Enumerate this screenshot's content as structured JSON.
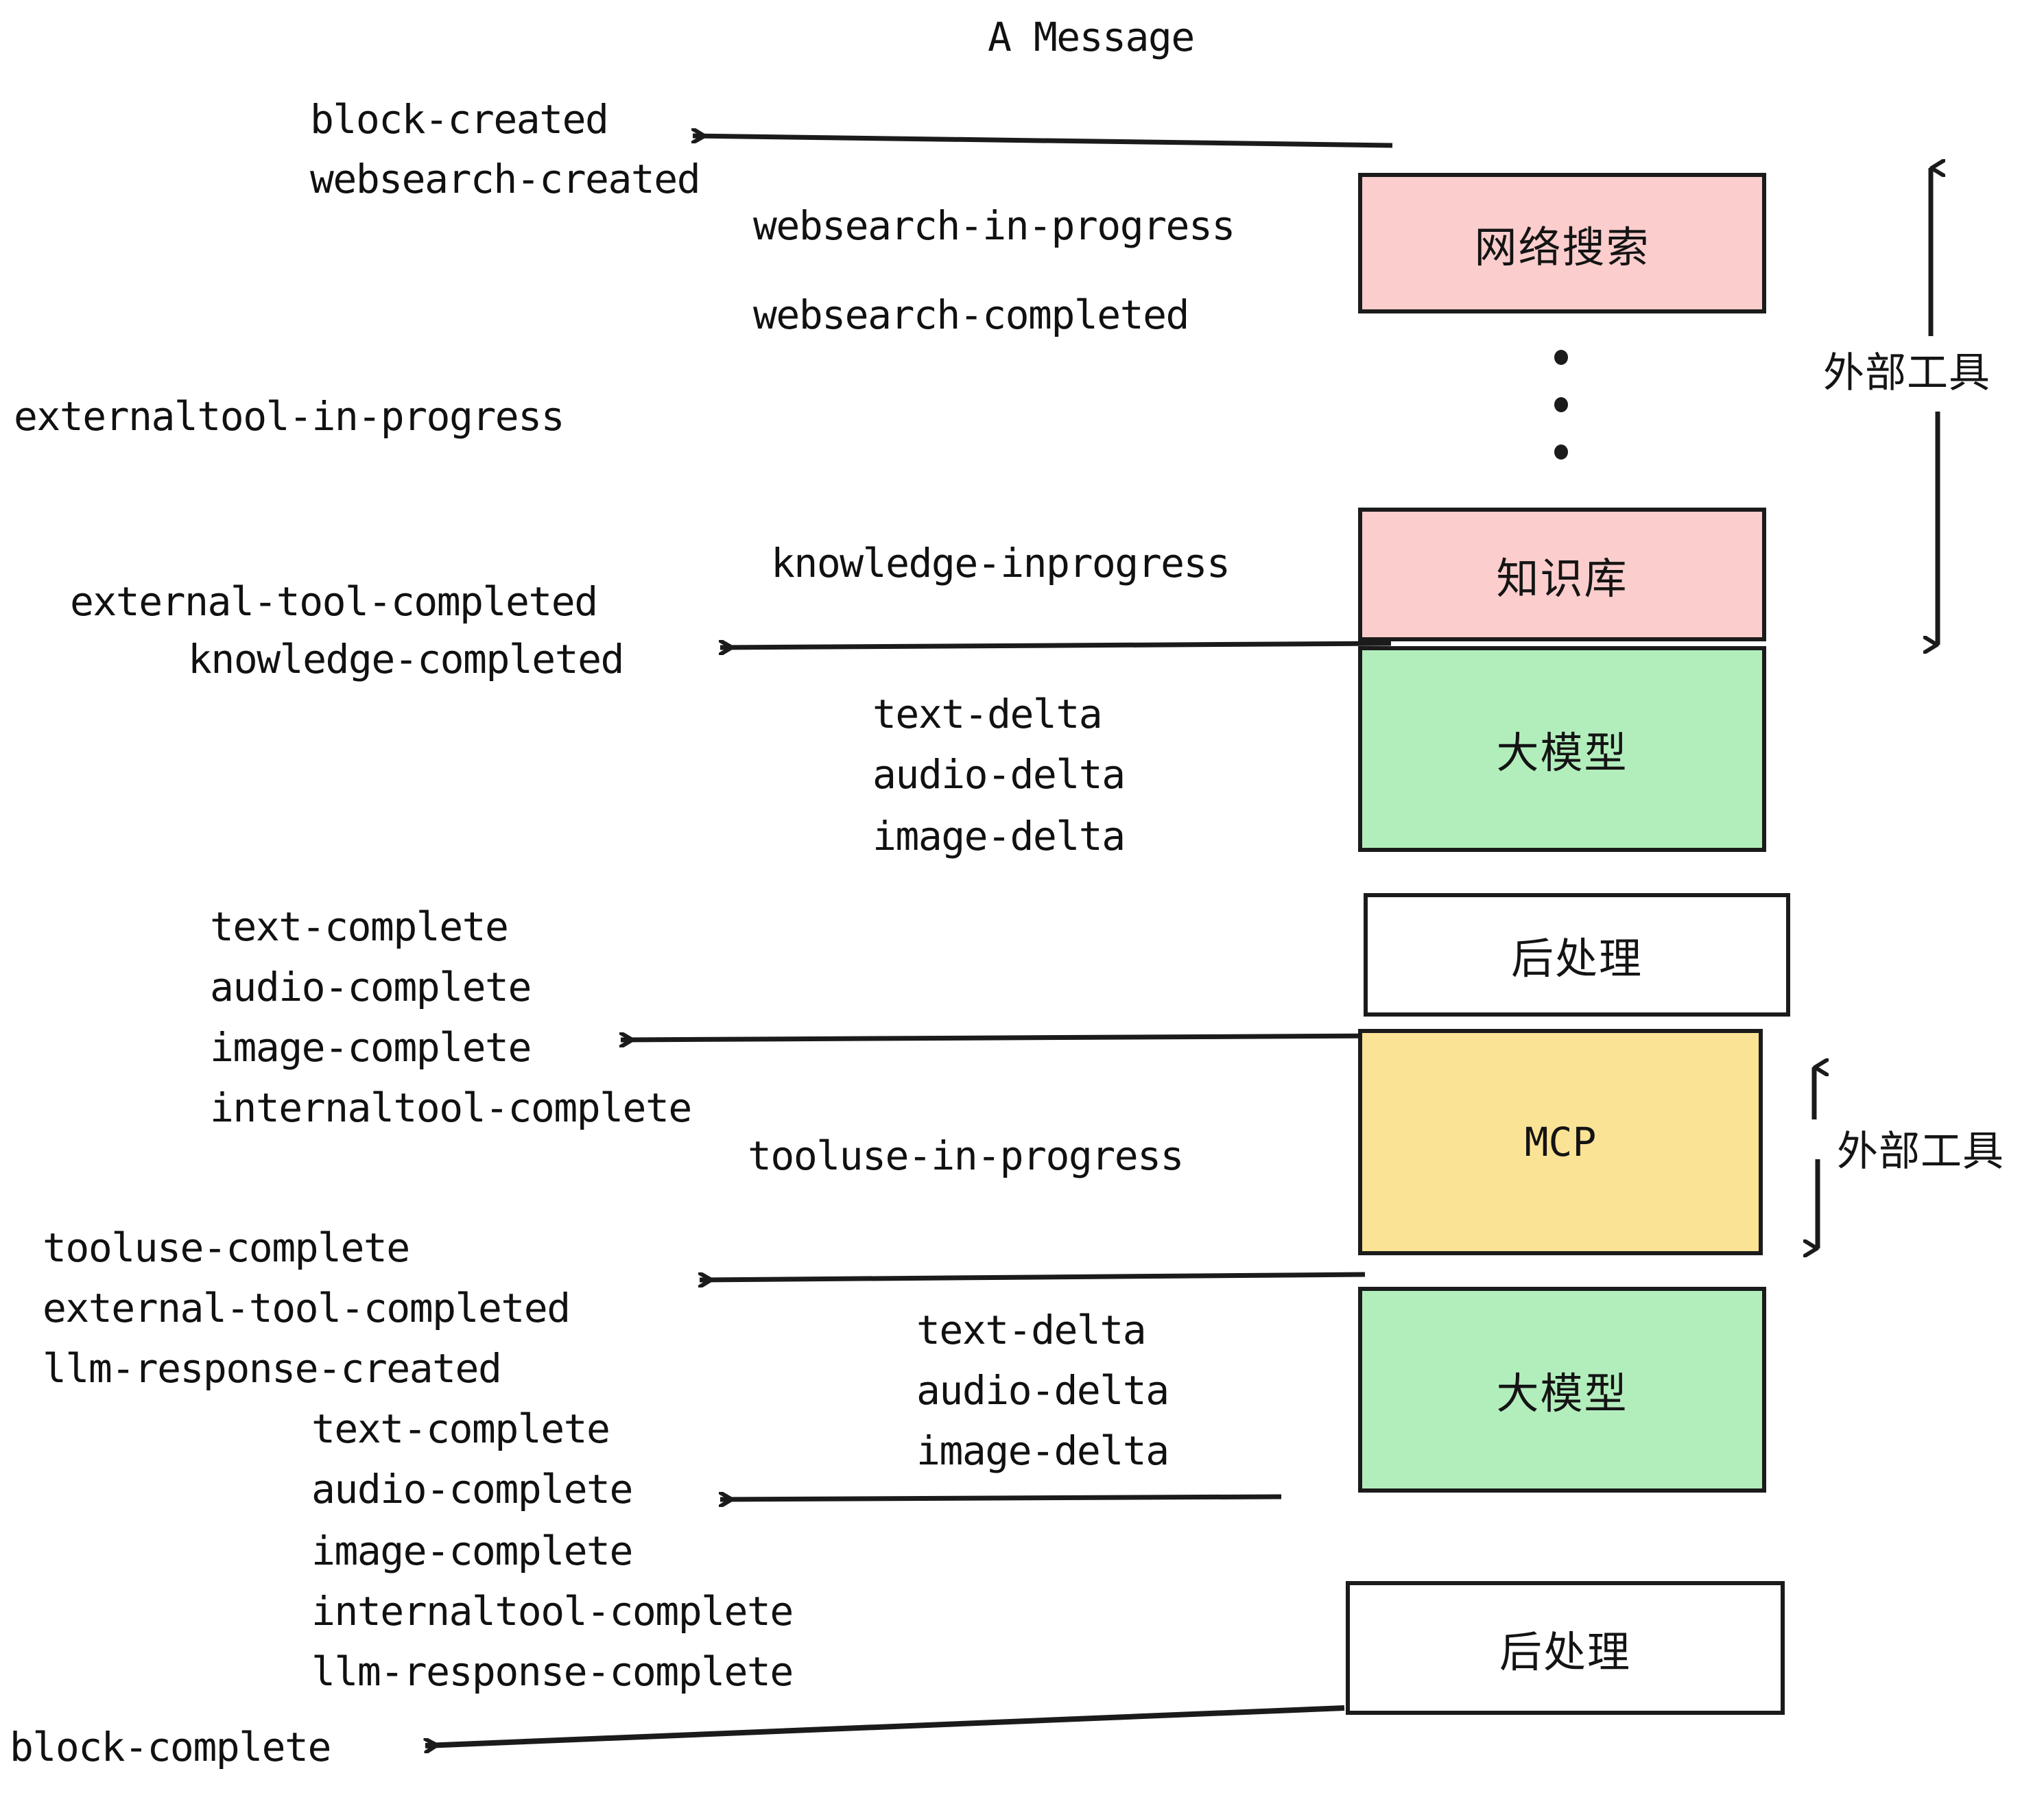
{
  "diagram": {
    "title": "A Message",
    "events": {
      "block_created": "block-created",
      "websearch_created": "websearch-created",
      "websearch_in_progress": "websearch-in-progress",
      "websearch_completed": "websearch-completed",
      "externaltool_in_progress": "externaltool-in-progress",
      "knowledge_inprogress": "knowledge-inprogress",
      "external_tool_completed_1": "external-tool-completed",
      "knowledge_completed": "knowledge-completed",
      "text_delta_1": "text-delta",
      "audio_delta_1": "audio-delta",
      "image_delta_1": "image-delta",
      "text_complete_1": "text-complete",
      "audio_complete_1": "audio-complete",
      "image_complete_1": "image-complete",
      "internaltool_complete_1": "internaltool-complete",
      "tooluse_in_progress": "tooluse-in-progress",
      "tooluse_complete": "tooluse-complete",
      "external_tool_completed_2": "external-tool-completed",
      "llm_response_created": "llm-response-created",
      "text_delta_2": "text-delta",
      "audio_delta_2": "audio-delta",
      "image_delta_2": "image-delta",
      "text_complete_2": "text-complete",
      "audio_complete_2": "audio-complete",
      "image_complete_2": "image-complete",
      "internaltool_complete_2": "internaltool-complete",
      "llm_response_complete": "llm-response-complete",
      "block_complete": "block-complete"
    },
    "nodes": {
      "websearch": "网络搜索",
      "knowledge": "知识库",
      "llm_top": "大模型",
      "postprocess_top": "后处理",
      "mcp": "MCP",
      "llm_bottom": "大模型",
      "postprocess_bottom": "后处理"
    },
    "side_labels": {
      "external_tools_top": "外部工具",
      "external_tools_bottom": "外部工具"
    },
    "colors": {
      "pink": "#FBCDCD",
      "green": "#B2EEBC",
      "yellow": "#FBE396",
      "white": "#FFFFFF",
      "stroke": "#1b1b1b",
      "text": "#111111"
    }
  }
}
